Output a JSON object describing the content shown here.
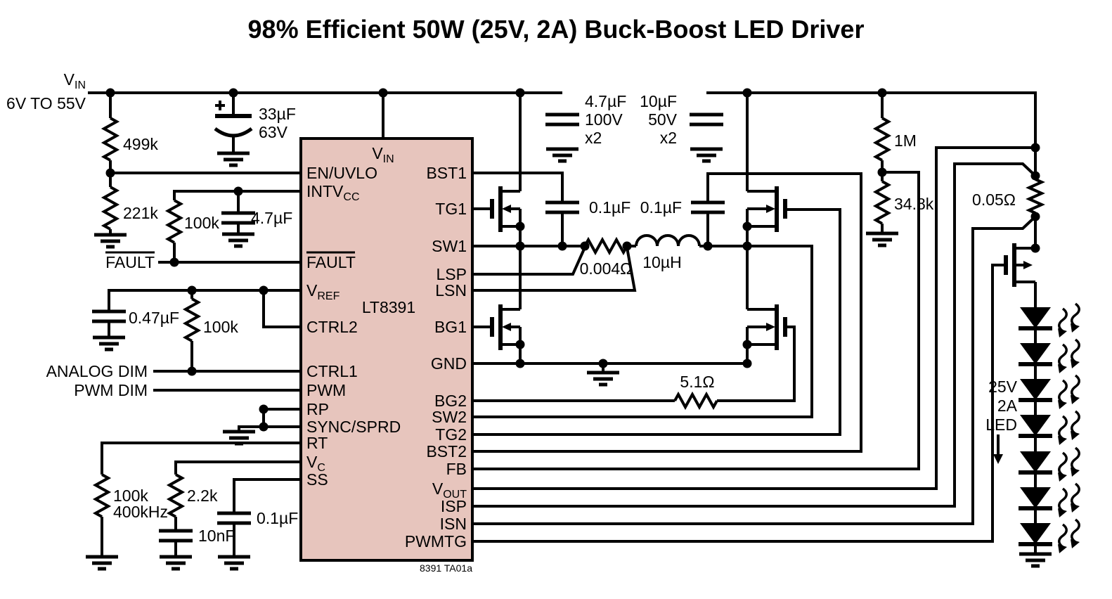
{
  "title": "98% Efficient 50W (25V, 2A) Buck-Boost LED Driver",
  "colors": {
    "ic_fill": "#e7c5bd",
    "line": "#000000",
    "background": "#ffffff"
  },
  "input": {
    "v_base": "V",
    "v_sub": "IN",
    "range": "6V TO 55V"
  },
  "ic": {
    "name": "LT8391",
    "ref_note": "8391 TA01a",
    "vin_pin": {
      "base": "V",
      "sub": "IN"
    },
    "left_pins": [
      "EN/UVLO",
      {
        "base": "INTV",
        "sub": "CC"
      },
      "FAULT",
      {
        "base": "V",
        "sub": "REF"
      },
      "CTRL2",
      "CTRL1",
      "PWM",
      "RP",
      "SYNC/SPRD",
      "RT",
      {
        "base": "V",
        "sub": "C"
      },
      "SS"
    ],
    "right_pins": [
      "BST1",
      "TG1",
      "SW1",
      "LSP",
      "LSN",
      "BG1",
      "GND",
      "BG2",
      "SW2",
      "TG2",
      "BST2",
      "FB",
      {
        "base": "V",
        "sub": "OUT"
      },
      "ISP",
      "ISN",
      "PWMTG"
    ]
  },
  "nets": {
    "fault": "FAULT",
    "analog_dim": "ANALOG DIM",
    "pwm_dim": "PWM DIM"
  },
  "parts": {
    "r_499k": {
      "value": "499k"
    },
    "r_221k": {
      "value": "221k"
    },
    "c_bulk": {
      "value": "33µF",
      "rating": "63V",
      "polarity": "+"
    },
    "r_fault_pullup": {
      "value": "100k"
    },
    "c_intvcc": {
      "value": "4.7µF"
    },
    "c_vref": {
      "value": "0.47µF"
    },
    "r_ctrl": {
      "value": "100k"
    },
    "r_rt": {
      "value": "100k",
      "freq": "400kHz"
    },
    "r_comp": {
      "value": "2.2k"
    },
    "c_comp": {
      "value": "10nF"
    },
    "c_ss": {
      "value": "0.1µF"
    },
    "c_in": {
      "value": "4.7µF",
      "rating": "100V",
      "qty": "x2"
    },
    "c_out": {
      "value": "10µF",
      "rating": "50V",
      "qty": "x2"
    },
    "c_bst1": {
      "value": "0.1µF"
    },
    "c_bst2": {
      "value": "0.1µF"
    },
    "r_ind_sense": {
      "value": "0.004Ω"
    },
    "l1": {
      "value": "10µH"
    },
    "r_gate": {
      "value": "5.1Ω"
    },
    "r_fb_top": {
      "value": "1M"
    },
    "r_fb_bot": {
      "value": "34.8k"
    },
    "r_led_sense": {
      "value": "0.05Ω"
    },
    "led_string": {
      "volts": "25V",
      "amps": "2A",
      "label": "LED"
    }
  }
}
